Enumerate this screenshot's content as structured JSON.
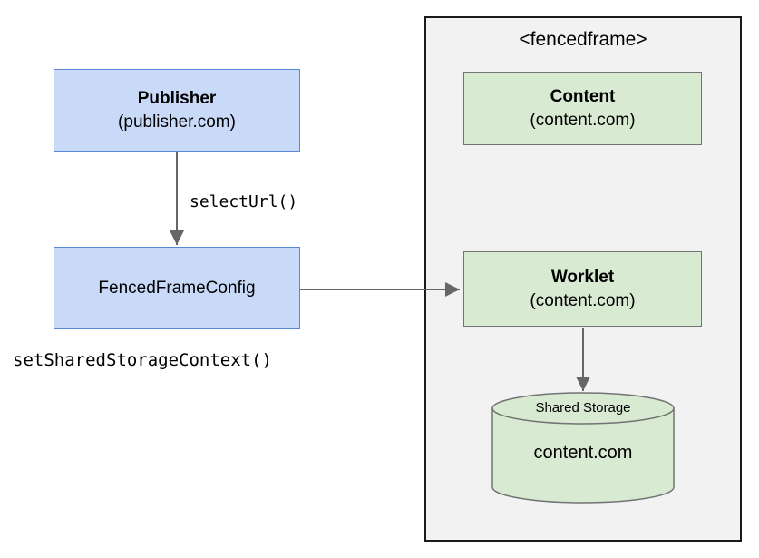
{
  "fencedframe": {
    "label": "<fencedframe>"
  },
  "publisher": {
    "title": "Publisher",
    "subtitle": "(publisher.com)"
  },
  "fenced_frame_config": {
    "title": "FencedFrameConfig"
  },
  "content": {
    "title": "Content",
    "subtitle": "(content.com)"
  },
  "worklet": {
    "title": "Worklet",
    "subtitle": "(content.com)"
  },
  "shared_storage": {
    "label": "Shared Storage",
    "origin": "content.com"
  },
  "annotations": {
    "select_url": "selectUrl()",
    "set_shared_storage_context": "setSharedStorageContext()"
  },
  "colors": {
    "blue-fill": "#c9daf8",
    "blue-border": "#5b86d7",
    "green-fill": "#d9ead3",
    "green-border": "#737373",
    "frame-fill": "#f2f2f2",
    "frame-border": "#1a1a1a",
    "arrow": "#666666",
    "text": "#000000"
  }
}
